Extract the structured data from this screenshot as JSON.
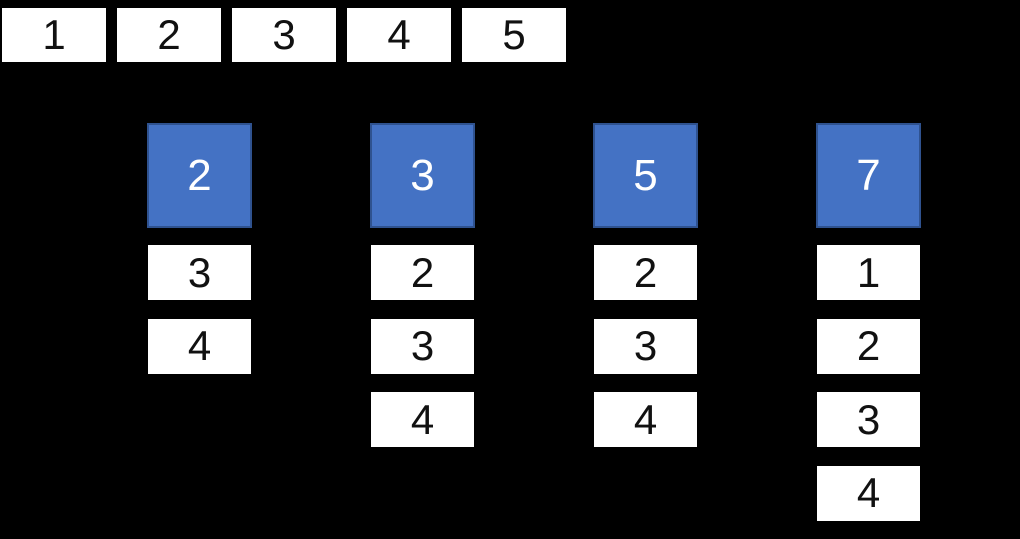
{
  "colors": {
    "background": "#000000",
    "top_cell_fill": "#ffffff",
    "top_cell_text": "#111111",
    "header_fill": "#4472c4",
    "header_border": "#2f528f",
    "header_text": "#ffffff",
    "list_cell_fill": "#ffffff",
    "list_cell_text": "#111111"
  },
  "top_row": {
    "cells": [
      "1",
      "2",
      "3",
      "4",
      "5"
    ]
  },
  "columns": [
    {
      "header": "2",
      "items": [
        "3",
        "4"
      ]
    },
    {
      "header": "3",
      "items": [
        "2",
        "3",
        "4"
      ]
    },
    {
      "header": "5",
      "items": [
        "2",
        "3",
        "4"
      ]
    },
    {
      "header": "7",
      "items": [
        "1",
        "2",
        "3",
        "4"
      ]
    }
  ],
  "layout_hint": {
    "top_row_left_start": 2,
    "top_row_pitch": 115,
    "column_left_start": 147,
    "column_pitch": 223
  }
}
